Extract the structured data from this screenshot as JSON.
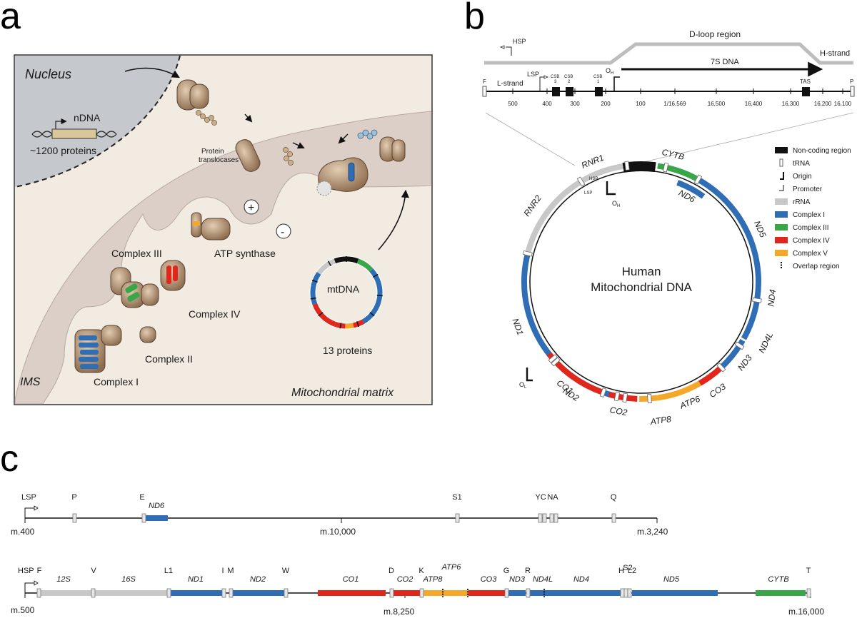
{
  "panels": {
    "a": "a",
    "b": "b",
    "c": "c"
  },
  "panel_a": {
    "nucleus": "Nucleus",
    "ndna": "nDNA",
    "nuclear_proteins": "~1200 proteins",
    "translocases": [
      "Protein",
      "translocases"
    ],
    "plus": "+",
    "minus": "-",
    "atp_synthase": "ATP synthase",
    "complex_iii": "Complex III",
    "complex_iv": "Complex IV",
    "complex_ii": "Complex II",
    "complex_i": "Complex I",
    "mtdna": "mtDNA",
    "mt_proteins": "13 proteins",
    "ims": "IMS",
    "matrix": "Mitochondrial matrix"
  },
  "panel_b": {
    "d_loop": "D-loop region",
    "h_strand": "H-strand",
    "l_strand": "L-strand",
    "hsp": "HSP",
    "lsp": "LSP",
    "oh": "O",
    "oh_sub": "H",
    "ol": "O",
    "ol_sub": "L",
    "dna_7s": "7S DNA",
    "csb": [
      [
        "CSB",
        "3"
      ],
      [
        "CSB",
        "2"
      ],
      [
        "CSB",
        "1"
      ]
    ],
    "tas": "TAS",
    "end_left": "F",
    "end_right": "P",
    "ticks": [
      "500",
      "400",
      "300",
      "200",
      "100",
      "1/16,569",
      "16,500",
      "16,400",
      "16,300",
      "16,200",
      "16,100"
    ],
    "center_title": [
      "Human",
      "Mitochondrial DNA"
    ],
    "genes": [
      "RNR1",
      "RNR2",
      "ND1",
      "ND2",
      "CO1",
      "CO2",
      "ATP8",
      "ATP6",
      "CO3",
      "ND3",
      "ND4L",
      "ND4",
      "ND5",
      "ND6",
      "CYTB"
    ],
    "legend": [
      {
        "label": "Non-coding region",
        "color": "#111111"
      },
      {
        "label": "tRNA",
        "color": "#ffffff"
      },
      {
        "label": "Origin",
        "color": "#111111"
      },
      {
        "label": "Promoter",
        "color": "#111111"
      },
      {
        "label": "rRNA",
        "color": "#c8c8c8"
      },
      {
        "label": "Complex I",
        "color": "#2f6db5"
      },
      {
        "label": "Complex III",
        "color": "#3aa64a"
      },
      {
        "label": "Complex IV",
        "color": "#e1261c"
      },
      {
        "label": "Complex V",
        "color": "#f4a82a"
      },
      {
        "label": "Overlap region",
        "color": "#111111"
      }
    ]
  },
  "panel_c": {
    "row1": {
      "promoter": "LSP",
      "start": "m.400",
      "mid": "m.10,000",
      "end": "m.3,240",
      "trnas": [
        "P",
        "E",
        "S1",
        "YC",
        "NA",
        "Q"
      ],
      "genes": [
        "ND6"
      ]
    },
    "row2": {
      "promoter": "HSP",
      "start": "m.500",
      "mid": "m.8,250",
      "end": "m.16,000",
      "trnas": [
        "F",
        "V",
        "L1",
        "I",
        "M",
        "W",
        "D",
        "K",
        "G",
        "R",
        "H",
        "S2",
        "L2",
        "T"
      ],
      "genes": [
        "12S",
        "16S",
        "ND1",
        "ND2",
        "CO1",
        "CO2",
        "ATP8",
        "ATP6",
        "CO3",
        "ND3",
        "ND4L",
        "ND4",
        "ND5",
        "CYTB"
      ]
    }
  },
  "colors": {
    "rrna": "#c8c8c8",
    "complex_i": "#2f6db5",
    "complex_iii": "#3aa64a",
    "complex_iv": "#e1261c",
    "complex_v": "#f4a82a",
    "noncoding": "#111111",
    "membrane": "#dccfc8",
    "matrix": "#f1ebe2",
    "nucleus": "#c5c8cd",
    "protein": "#a88a6c"
  }
}
